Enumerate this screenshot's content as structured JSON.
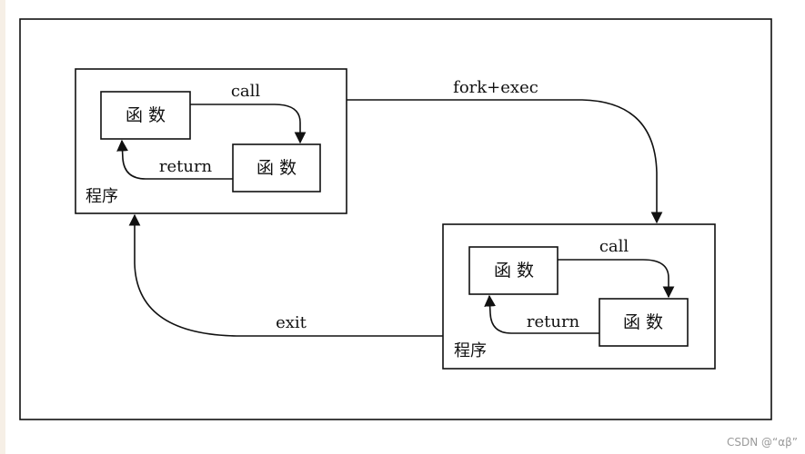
{
  "diagram": {
    "program_a": {
      "label": "程序",
      "func_top": "函 数",
      "func_bottom": "函 数",
      "call_label": "call",
      "return_label": "return"
    },
    "program_b": {
      "label": "程序",
      "func_top": "函 数",
      "func_bottom": "函 数",
      "call_label": "call",
      "return_label": "return"
    },
    "fork_exec_label": "fork+exec",
    "exit_label": "exit"
  },
  "watermark": "CSDN @“αβ”",
  "colors": {
    "stroke": "#111111",
    "background": "#ffffff",
    "watermark": "#9a9a9a"
  }
}
